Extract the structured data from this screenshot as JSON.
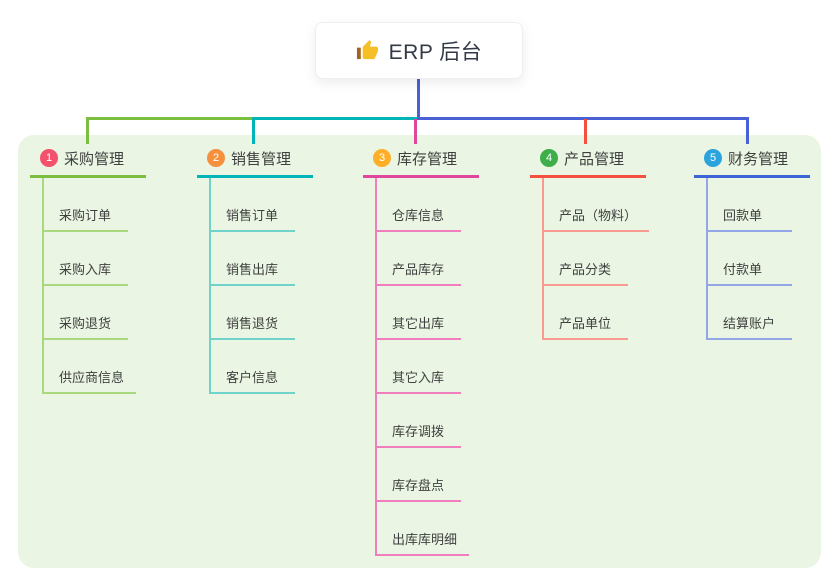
{
  "root": {
    "title": "ERP 后台",
    "icon": "thumbs-up-icon"
  },
  "panel": {
    "background": "#EAF6E3"
  },
  "connectors": {
    "root_line_color": "#4A61D6"
  },
  "branches": [
    {
      "index": "1",
      "title": "采购管理",
      "badge_color": "#F4516C",
      "line_color": "#7CBE3F",
      "child_line_color": "#A9D97E",
      "children": [
        "采购订单",
        "采购入库",
        "采购退货",
        "供应商信息"
      ]
    },
    {
      "index": "2",
      "title": "销售管理",
      "badge_color": "#F5913E",
      "line_color": "#00B5B8",
      "child_line_color": "#6FD3CC",
      "children": [
        "销售订单",
        "销售出库",
        "销售退货",
        "客户信息"
      ]
    },
    {
      "index": "3",
      "title": "库存管理",
      "badge_color": "#FFAE28",
      "line_color": "#E0479C",
      "child_line_color": "#F07EBD",
      "children": [
        "仓库信息",
        "产品库存",
        "其它出库",
        "其它入库",
        "库存调拨",
        "库存盘点",
        "出库库明细"
      ]
    },
    {
      "index": "4",
      "title": "产品管理",
      "badge_color": "#3DAE49",
      "line_color": "#F4503F",
      "child_line_color": "#F99A90",
      "children": [
        "产品（物料）",
        "产品分类",
        "产品单位"
      ]
    },
    {
      "index": "5",
      "title": "财务管理",
      "badge_color": "#2BA4DE",
      "line_color": "#3E63D6",
      "child_line_color": "#93A7E8",
      "children": [
        "回款单",
        "付款单",
        "结算账户"
      ]
    }
  ]
}
